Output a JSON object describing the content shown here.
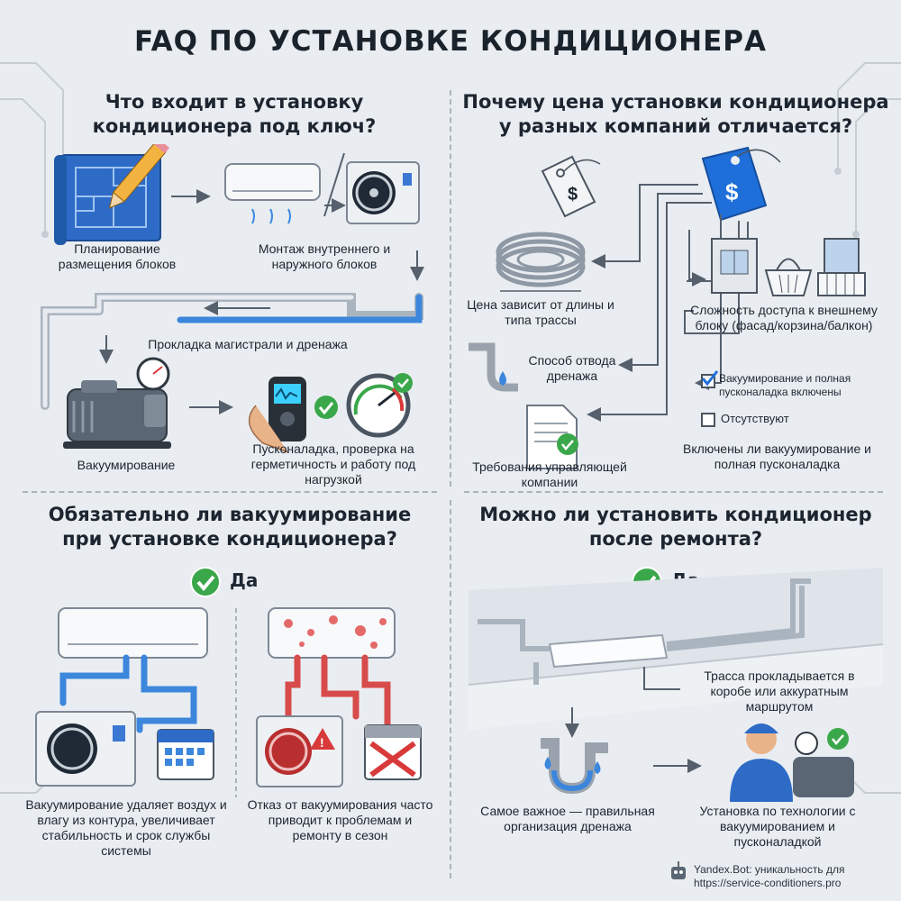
{
  "title": "FAQ ПО УСТАНОВКЕ КОНДИЦИОНЕРА",
  "q1": {
    "heading_line1": "Что входит в установку",
    "heading_line2": "кондиционера под ключ?",
    "step1": "Планирование размещения блоков",
    "step2": "Монтаж внутреннего и наружного блоков",
    "step3": "Прокладка магистрали и дренажа",
    "step4": "Вакуумирование",
    "step5": "Пусконаладка, проверка на герметичность и работу под нагрузкой"
  },
  "q2": {
    "heading_line1": "Почему цена установки кондиционера",
    "heading_line2": "у разных компаний отличается?",
    "price_symbol": "$",
    "factor_route": "Цена зависит от длины и типа трассы",
    "factor_drain": "Способ отвода дренажа",
    "factor_requirements": "Требования управляющей компании",
    "factor_access": "Сложность доступа к внешнему блоку (фасад/корзина/балкон)",
    "option_included": "Вакуумирование и полная пусконаладка включены",
    "option_absent": "Отсутствуют",
    "factor_included": "Включены ли вакуумирование и полная пусконаладка"
  },
  "q3": {
    "heading_line1": "Обязательно ли вакуумирование",
    "heading_line2": "при установке кондиционера?",
    "answer": "Да",
    "good": "Вакуумирование удаляет воздух и влагу из контура, увеличивает стабильность и срок службы системы",
    "bad": "Отказ от вакуумирования часто приводит к проблемам и ремонту в сезон"
  },
  "q4": {
    "heading_line1": "Можно ли установить кондиционер",
    "heading_line2": "после ремонта?",
    "answer": "Да",
    "route": "Трасса прокладывается в коробе или аккуратным маршрутом",
    "drain": "Самое важное — правильная организация дренажа",
    "tech": "Установка по технологии с вакуумированием и пусконаладкой"
  },
  "footer": {
    "line1": "Yandex.Bot: уникальность для",
    "line2": "https://service-conditioners.pro"
  },
  "colors": {
    "accent_blue": "#1e6fd9",
    "check_green": "#3aa74a",
    "alert_red": "#d83a3a"
  }
}
